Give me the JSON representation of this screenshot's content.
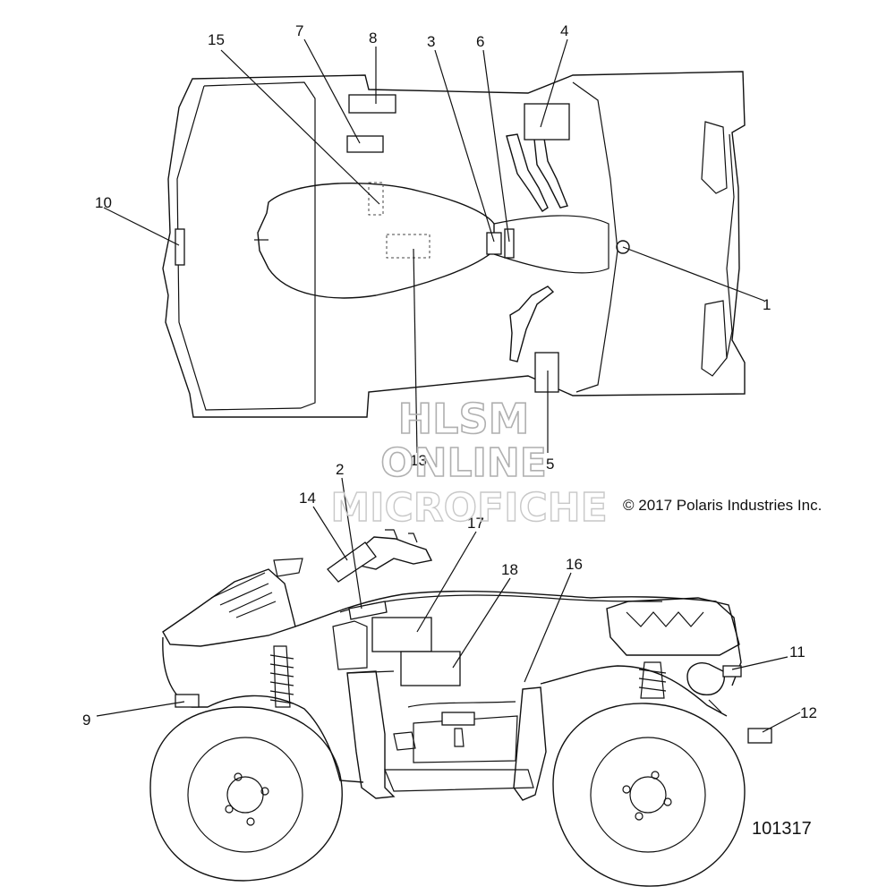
{
  "watermark": {
    "line1": "HLSM",
    "line2": "ONLINE",
    "line3": "MICROFICHE"
  },
  "copyright": "© 2017 Polaris Industries Inc.",
  "document_number": "101317",
  "callouts": [
    "1",
    "2",
    "3",
    "4",
    "5",
    "6",
    "7",
    "8",
    "9",
    "10",
    "11",
    "12",
    "13",
    "14",
    "15",
    "16",
    "17",
    "18"
  ]
}
